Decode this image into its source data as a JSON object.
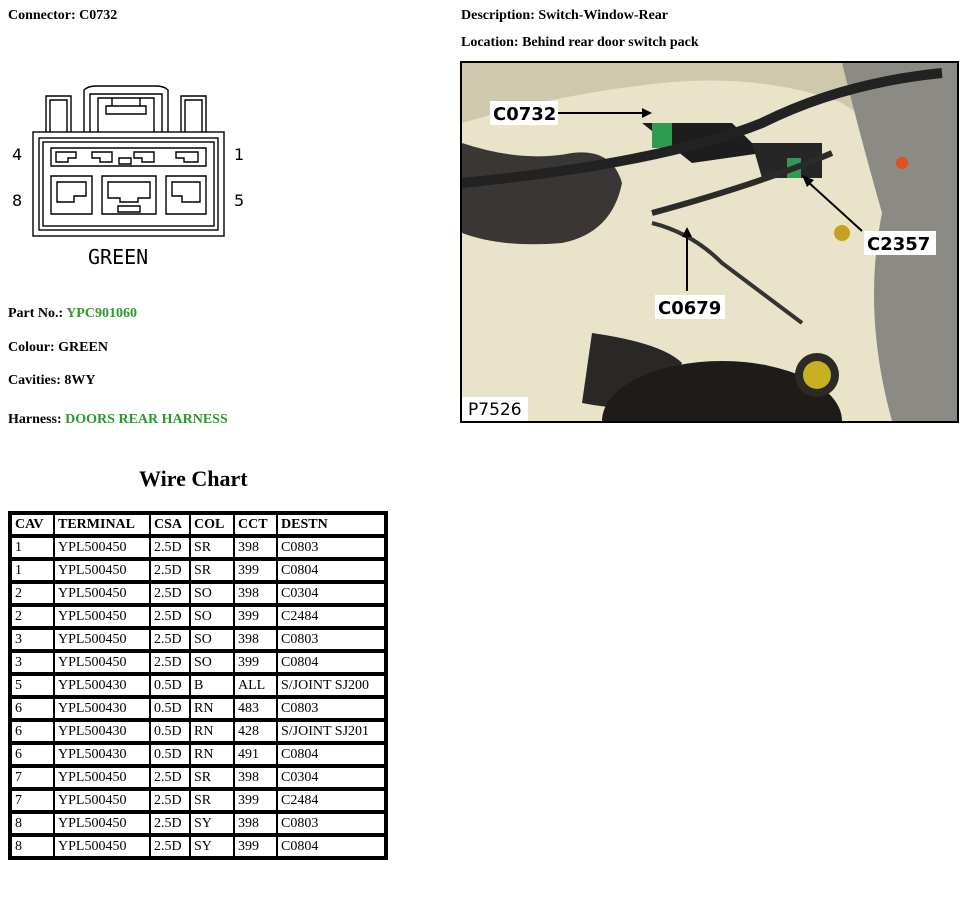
{
  "connector": {
    "label": "Connector:",
    "value": "C0732"
  },
  "description": {
    "label": "Description:",
    "value": "Switch-Window-Rear"
  },
  "location": {
    "label": "Location:",
    "value": "Behind rear door switch pack"
  },
  "diagram": {
    "pin_tl": "4",
    "pin_tr": "1",
    "pin_bl": "8",
    "pin_br": "5",
    "colour_text": "GREEN"
  },
  "photo": {
    "callouts": [
      "C0732",
      "C2357",
      "C0679"
    ],
    "ref": "P7526"
  },
  "part_no": {
    "label": "Part No.:",
    "value": "YPC901060"
  },
  "colour": {
    "label": "Colour:",
    "value": "GREEN"
  },
  "cavities": {
    "label": "Cavities:",
    "value": "8WY"
  },
  "harness": {
    "label": "Harness:",
    "value": "DOORS REAR HARNESS"
  },
  "wire_chart": {
    "title": "Wire Chart",
    "headers": [
      "CAV",
      "TERMINAL",
      "CSA",
      "COL",
      "CCT",
      "DESTN"
    ],
    "rows": [
      [
        "1",
        "YPL500450",
        "2.5D",
        "SR",
        "398",
        "C0803"
      ],
      [
        "1",
        "YPL500450",
        "2.5D",
        "SR",
        "399",
        "C0804"
      ],
      [
        "2",
        "YPL500450",
        "2.5D",
        "SO",
        "398",
        "C0304"
      ],
      [
        "2",
        "YPL500450",
        "2.5D",
        "SO",
        "399",
        "C2484"
      ],
      [
        "3",
        "YPL500450",
        "2.5D",
        "SO",
        "398",
        "C0803"
      ],
      [
        "3",
        "YPL500450",
        "2.5D",
        "SO",
        "399",
        "C0804"
      ],
      [
        "5",
        "YPL500430",
        "0.5D",
        "B",
        "ALL",
        "S/JOINT SJ200"
      ],
      [
        "6",
        "YPL500430",
        "0.5D",
        "RN",
        "483",
        "C0803"
      ],
      [
        "6",
        "YPL500430",
        "0.5D",
        "RN",
        "428",
        "S/JOINT SJ201"
      ],
      [
        "6",
        "YPL500430",
        "0.5D",
        "RN",
        "491",
        "C0804"
      ],
      [
        "7",
        "YPL500450",
        "2.5D",
        "SR",
        "398",
        "C0304"
      ],
      [
        "7",
        "YPL500450",
        "2.5D",
        "SR",
        "399",
        "C2484"
      ],
      [
        "8",
        "YPL500450",
        "2.5D",
        "SY",
        "398",
        "C0803"
      ],
      [
        "8",
        "YPL500450",
        "2.5D",
        "SY",
        "399",
        "C0804"
      ]
    ]
  }
}
